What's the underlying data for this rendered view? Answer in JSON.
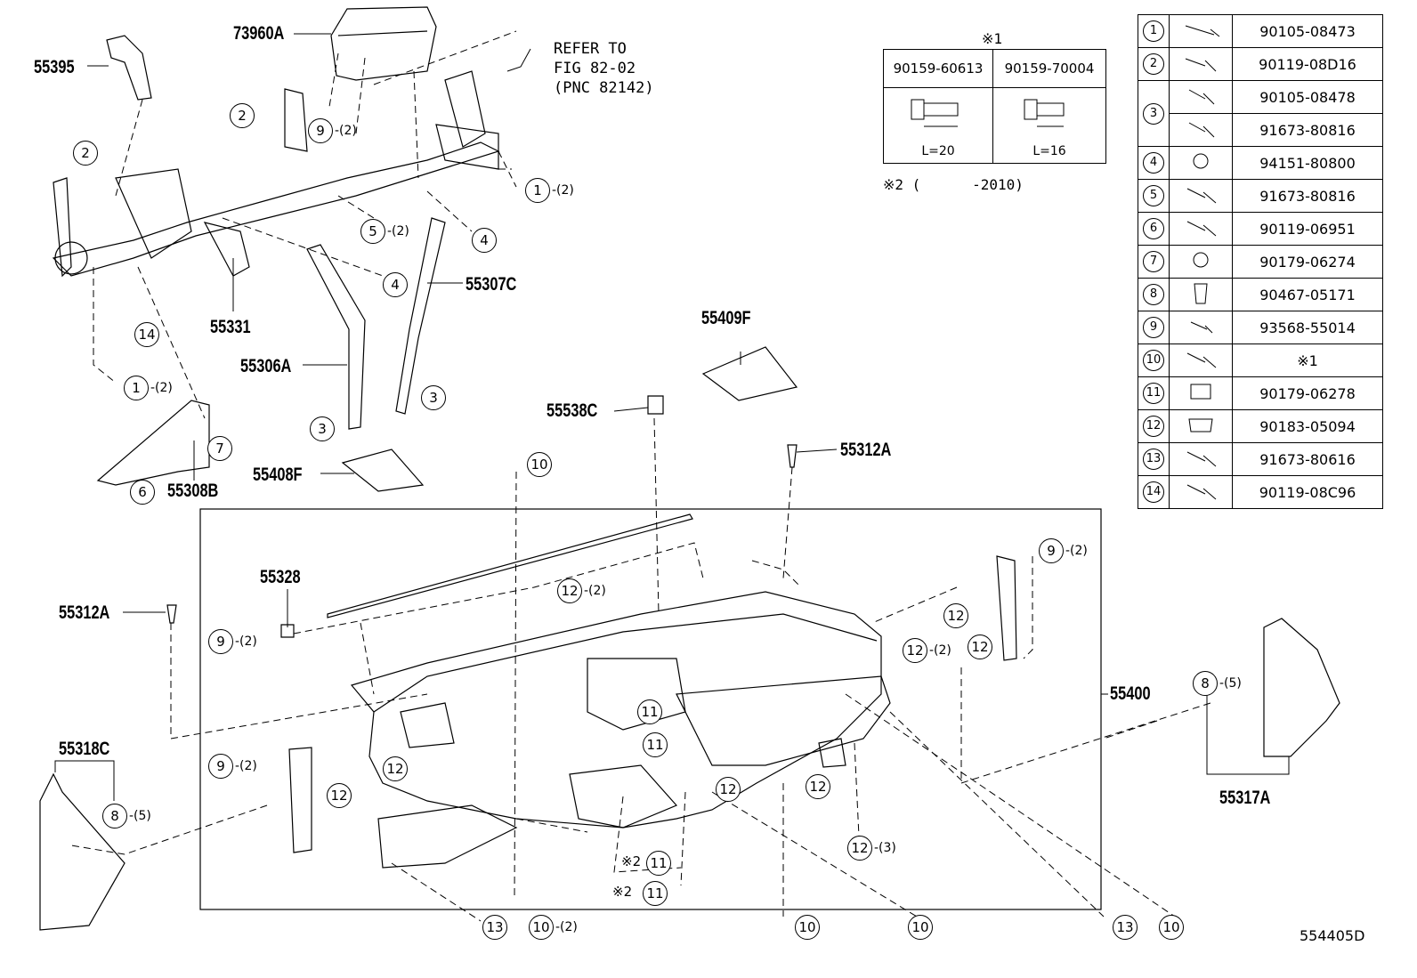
{
  "diagram_id": "554405D",
  "parts": {
    "p73960A": "73960A",
    "p55395": "55395",
    "p55331": "55331",
    "p55306A": "55306A",
    "p55307C": "55307C",
    "p55308B": "55308B",
    "p55409F": "55409F",
    "p55538C": "55538C",
    "p55408F": "55408F",
    "p55312A_a": "55312A",
    "p55312A_b": "55312A",
    "p55328": "55328",
    "p55400": "55400",
    "p55318C": "55318C",
    "p55317A": "55317A"
  },
  "refer_note": "REFER TO\nFIG 82-02\n(PNC 82142)",
  "bolt_note": {
    "mark": "※1",
    "col1": "90159-60613",
    "col2": "90159-70004",
    "len1": "L=20",
    "len2": "L=16"
  },
  "date_note": "※2 (      -2010)",
  "fasteners": [
    {
      "idx": "1",
      "part": "90105-08473"
    },
    {
      "idx": "2",
      "part": "90119-08D16"
    },
    {
      "idx": "3",
      "part": "90105-08478"
    },
    {
      "idx": "3b",
      "part": "91673-80816"
    },
    {
      "idx": "4",
      "part": "94151-80800"
    },
    {
      "idx": "5",
      "part": "91673-80816"
    },
    {
      "idx": "6",
      "part": "90119-06951"
    },
    {
      "idx": "7",
      "part": "90179-06274"
    },
    {
      "idx": "8",
      "part": "90467-05171"
    },
    {
      "idx": "9",
      "part": "93568-55014"
    },
    {
      "idx": "10",
      "part": "※1"
    },
    {
      "idx": "11",
      "part": "90179-06278"
    },
    {
      "idx": "12",
      "part": "90183-05094"
    },
    {
      "idx": "13",
      "part": "91673-80616"
    },
    {
      "idx": "14",
      "part": "90119-08C96"
    }
  ],
  "callouts": {
    "q2": "-(2)",
    "q3": "-(3)",
    "q5": "-(5)",
    "mark2": "※2"
  }
}
